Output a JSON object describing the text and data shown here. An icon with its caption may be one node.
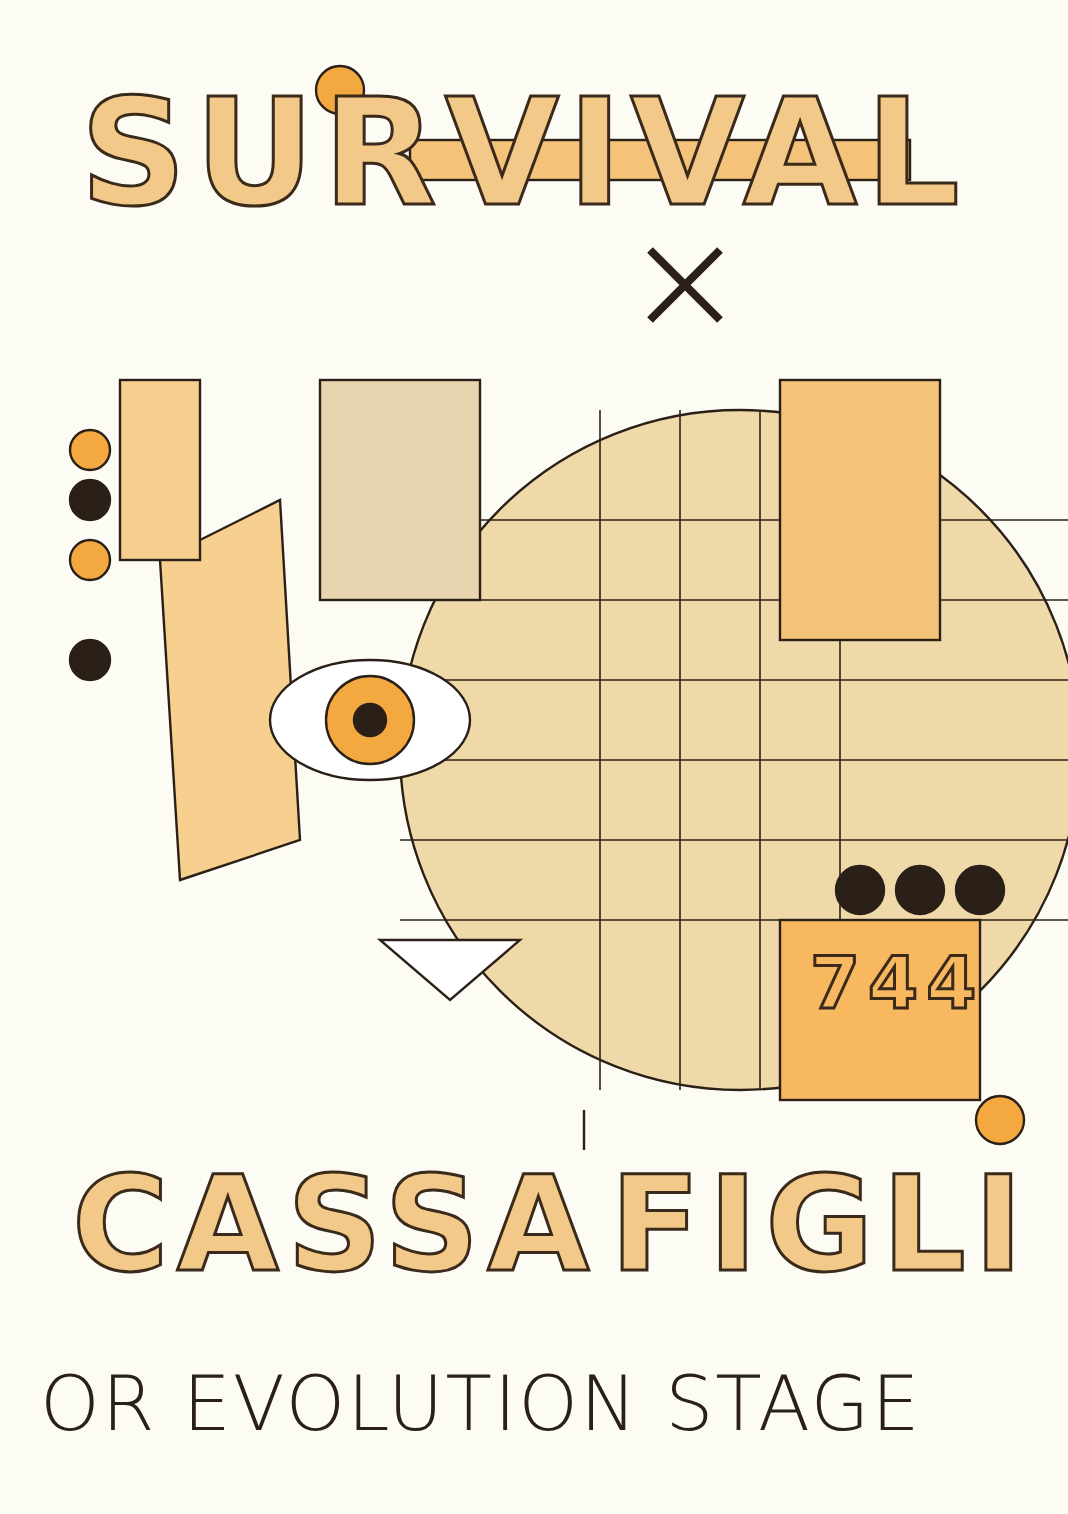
{
  "diagram": {
    "title": "SURVIVAL",
    "labels": [
      "744",
      "CASSA",
      "FIGLI",
      "OR EVOLUTION STAGE"
    ]
  }
}
